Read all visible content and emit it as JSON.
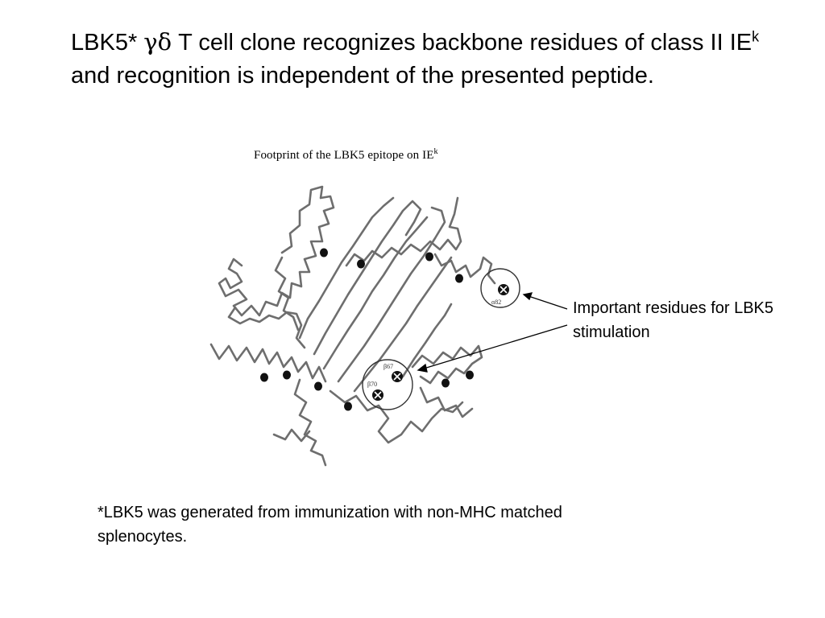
{
  "slide": {
    "title_part1": "LBK5* ",
    "title_greek": "γδ",
    "title_part2": " T cell clone recognizes backbone residues of class II IE",
    "title_sup": "k",
    "title_part3": " and recognition is independent of the presented peptide."
  },
  "figure": {
    "caption": "Footprint of the LBK5 epitope on IE",
    "caption_sup": "k",
    "residue_labels": {
      "alpha": "α82",
      "beta67": "β67",
      "beta70": "β70"
    }
  },
  "callout": {
    "text": "Important residues for LBK5 stimulation"
  },
  "footnote": {
    "text": "*LBK5 was generated from immunization with non-MHC matched splenocytes."
  }
}
